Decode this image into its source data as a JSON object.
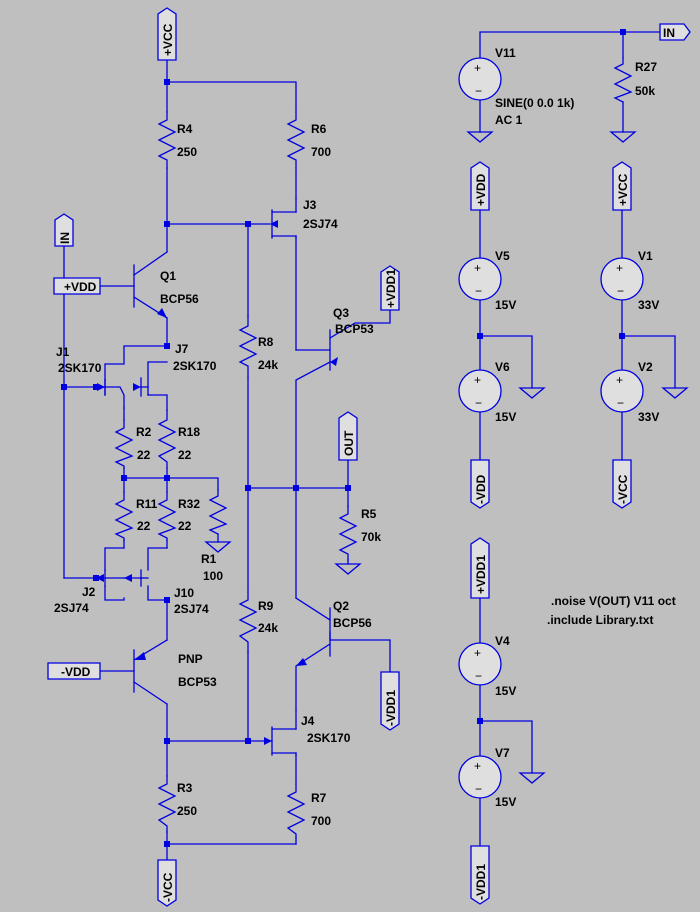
{
  "ports": {
    "vcc_top": "+VCC",
    "in_left": "IN",
    "vdd_left": "+VDD",
    "vdd1_right": "+VDD1",
    "out": "OUT",
    "nvdd_left": "-VDD",
    "nvdd1_right": "-VDD1",
    "nvcc_bottom": "-VCC",
    "in_right": "IN",
    "vdd_src": "+VDD",
    "vcc_src": "+VCC",
    "nvdd_src": "-VDD",
    "nvcc_src": "-VCC",
    "vdd1_src": "+VDD1",
    "nvdd1_src": "-VDD1"
  },
  "parts": {
    "R4": {
      "name": "R4",
      "value": "250"
    },
    "R6": {
      "name": "R6",
      "value": "700"
    },
    "J3": {
      "name": "J3",
      "value": "2SJ74"
    },
    "Q1": {
      "name": "Q1",
      "value": "BCP56"
    },
    "Q3": {
      "name": "Q3",
      "value": "BCP53"
    },
    "J1": {
      "name": "J1",
      "value": "2SK170"
    },
    "J7": {
      "name": "J7",
      "value": "2SK170"
    },
    "R8": {
      "name": "R8",
      "value": "24k"
    },
    "R2": {
      "name": "R2",
      "value": "22"
    },
    "R18": {
      "name": "R18",
      "value": "22"
    },
    "R11": {
      "name": "R11",
      "value": "22"
    },
    "R32": {
      "name": "R32",
      "value": "22"
    },
    "R1": {
      "name": "R1",
      "value": "100"
    },
    "R5": {
      "name": "R5",
      "value": "70k"
    },
    "J2": {
      "name": "J2",
      "value": "2SJ74"
    },
    "J10": {
      "name": "J10",
      "value": "2SJ74"
    },
    "R9": {
      "name": "R9",
      "value": "24k"
    },
    "Q2": {
      "name": "Q2",
      "value": "BCP56"
    },
    "PNP": {
      "name": "PNP",
      "value": "BCP53"
    },
    "J4": {
      "name": "J4",
      "value": "2SK170"
    },
    "R3": {
      "name": "R3",
      "value": "250"
    },
    "R7": {
      "name": "R7",
      "value": "700"
    },
    "V11": {
      "name": "V11",
      "value": "SINE(0 0.0 1k)",
      "value2": "AC 1"
    },
    "R27": {
      "name": "R27",
      "value": "50k"
    },
    "V5": {
      "name": "V5",
      "value": "15V"
    },
    "V6": {
      "name": "V6",
      "value": "15V"
    },
    "V1": {
      "name": "V1",
      "value": "33V"
    },
    "V2": {
      "name": "V2",
      "value": "33V"
    },
    "V4": {
      "name": "V4",
      "value": "15V"
    },
    "V7": {
      "name": "V7",
      "value": "15V"
    }
  },
  "directives": {
    "noise": ".noise V(OUT) V11 oct",
    "include": ".include Library.txt"
  },
  "colors": {
    "background": "#bfbfbf",
    "wire": "#0000e0",
    "text": "#000000"
  }
}
